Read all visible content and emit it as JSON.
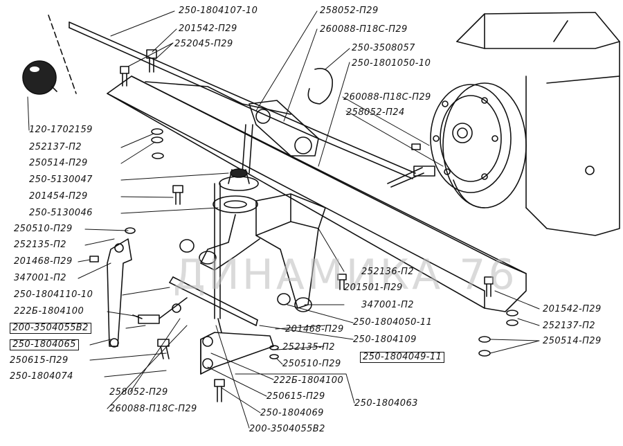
{
  "watermark": "ДИНАМИКА 76",
  "parts": {
    "p01": "250-1804107-10",
    "p02": "201542-П29",
    "p03": "252045-П29",
    "p04": "258052-П29",
    "p05": "260088-П18С-П29",
    "p06": "250-3508057",
    "p07": "250-1801050-10",
    "p08": "260088-П18С-П29",
    "p09": "258052-П24",
    "p10": "120-1702159",
    "p11": "252137-П2",
    "p12": "250514-П29",
    "p13": "250-5130047",
    "p14": "201454-П29",
    "p15": "250-5130046",
    "p16": "250510-П29",
    "p17": "252135-П2",
    "p18": "201468-П29",
    "p19": "347001-П2",
    "p20": "250-1804110-10",
    "p21": "222Б-1804100",
    "p22": "200-3504055В2",
    "p23": "250-1804065",
    "p24": "250615-П29",
    "p25": "250-1804074",
    "p26": "258052-П29",
    "p27": "260088-П18С-П29",
    "p28": "252136-П2",
    "p29": "201501-П29",
    "p30": "347001-П2",
    "p31": "250-1804050-11",
    "p32": "201468-П29",
    "p33": "250-1804109",
    "p34": "250-1804049-11",
    "p35": "252135-П2",
    "p36": "250510-П29",
    "p37": "222Б-1804100",
    "p38": "250615-П29",
    "p39": "250-1804069",
    "p40": "200-3504055В2",
    "p41": "250-1804063",
    "p42": "201542-П29",
    "p43": "252137-П2",
    "p44": "250514-П29"
  }
}
